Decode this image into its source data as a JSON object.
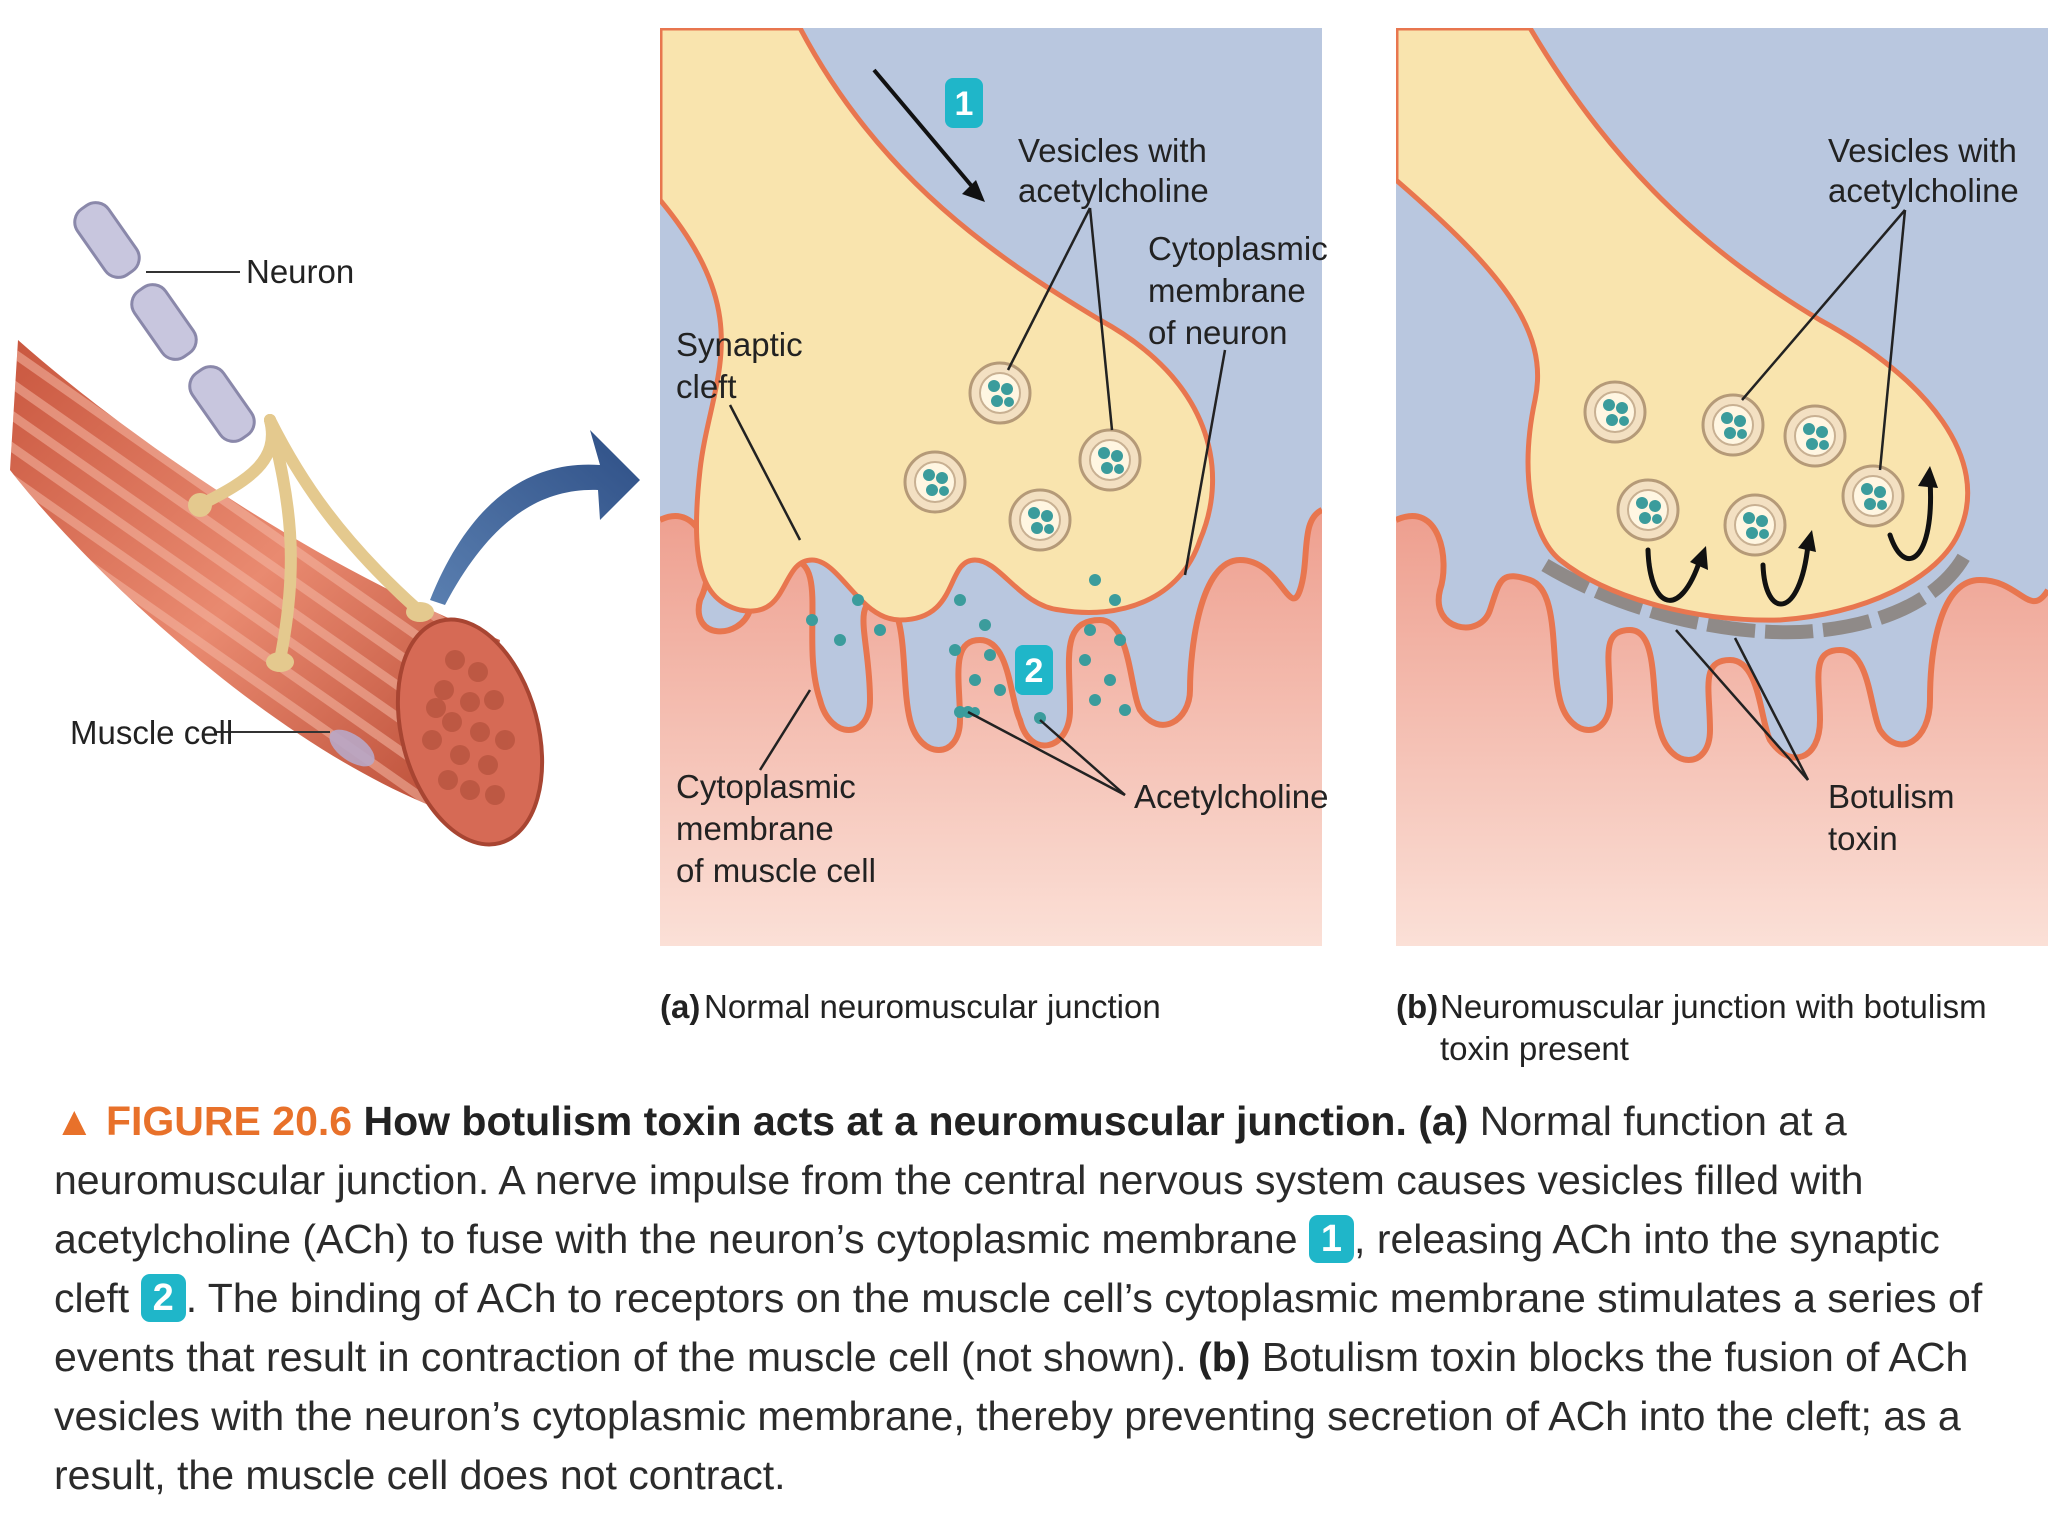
{
  "overview": {
    "neuron_label": "Neuron",
    "muscle_label": "Muscle cell"
  },
  "panel_a": {
    "step1": "1",
    "step2": "2",
    "vesicles_label": [
      "Vesicles with",
      "acetylcholine"
    ],
    "neuron_membrane_label": [
      "Cytoplasmic",
      "membrane",
      "of neuron"
    ],
    "cleft_label": [
      "Synaptic",
      "cleft"
    ],
    "muscle_membrane_label": [
      "Cytoplasmic",
      "membrane",
      "of muscle cell"
    ],
    "ach_label": "Acetylcholine",
    "caption_letter": "(a)",
    "caption_text": "Normal neuromuscular junction"
  },
  "panel_b": {
    "vesicles_label": [
      "Vesicles with",
      "acetylcholine"
    ],
    "toxin_label": [
      "Botulism",
      "toxin"
    ],
    "caption_letter": "(b)",
    "caption_line1": "Neuromuscular junction with botulism",
    "caption_line2": "toxin present"
  },
  "caption": {
    "figure_label": "FIGURE 20.6",
    "title": "How botulism toxin acts at a neuromuscular junction.",
    "a_label": "(a)",
    "text_1": "Normal function at a neuromuscular junction. A nerve impulse from the central nervous system causes vesicles filled with acetylcholine (ACh) to fuse with the neuron’s cytoplasmic membrane",
    "badge_1": "1",
    "text_2": ", releasing ACh into the synaptic cleft",
    "badge_2": "2",
    "text_3": ". The binding of ACh to receptors on the muscle cell’s cytoplasmic membrane stimulates a series of events that result in contraction of the muscle cell (not shown).",
    "b_label": "(b)",
    "text_4": "Botulism toxin blocks the fusion of ACh vesicles with the neuron’s cytoplasmic membrane, thereby preventing secretion of ACh into the cleft; as a result, the muscle cell does not contract."
  },
  "colors": {
    "accent": "#e8712a",
    "badge": "#1fb6c9",
    "sky": "#b9c7df",
    "terminal": "#f9e4ae",
    "muscle": "#f3b1a0",
    "membrane": "#e8764f",
    "ach": "#3b9c9c",
    "toxin": "#8f8a88"
  }
}
